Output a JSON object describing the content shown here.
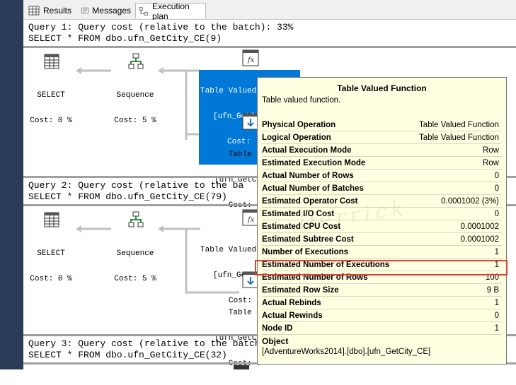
{
  "tabs": [
    {
      "label": "Results",
      "active": false,
      "icon": "grid-icon"
    },
    {
      "label": "Messages",
      "active": false,
      "icon": "messages-icon"
    },
    {
      "label": "Execution plan",
      "active": true,
      "icon": "execution-plan-icon"
    }
  ],
  "queries": [
    {
      "header": "Query 1: Query cost (relative to the batch): 33%",
      "sql": "SELECT * FROM dbo.ufn_GetCity_CE(9)"
    },
    {
      "header": "Query 2: Query cost (relative to the ba",
      "sql": "SELECT * FROM dbo.ufn_GetCity_CE(79)"
    },
    {
      "header": "Query 3: Query cost (relative to the batch): 33%",
      "sql": "SELECT * FROM dbo.ufn_GetCity_CE(32)"
    }
  ],
  "plan1": {
    "select": {
      "name": "SELECT",
      "cost": "Cost: 0 %"
    },
    "sequence": {
      "name": "Sequence",
      "cost": "Cost: 5 %"
    },
    "tvf": {
      "name": "Table Valued Function",
      "detail": "[ufn_GetCi",
      "cost": "Cost:"
    },
    "scan": {
      "name": "Table S",
      "detail": "[ufn_GetCi",
      "cost": "Cost: !"
    }
  },
  "plan2": {
    "select": {
      "name": "SELECT",
      "cost": "Cost: 0 %"
    },
    "sequence": {
      "name": "Sequence",
      "cost": "Cost: 5 %"
    },
    "tvf": {
      "name": "Table Valued",
      "detail": "[ufn_GetCi",
      "cost": "Cost:"
    },
    "scan": {
      "name": "Table S",
      "detail": "[ufn_GetCi",
      "cost": "Cost: !"
    }
  },
  "tooltip": {
    "title": "Table Valued Function",
    "subtitle": "Table valued function.",
    "rows": [
      {
        "key": "Physical Operation",
        "value": "Table Valued Function"
      },
      {
        "key": "Logical Operation",
        "value": "Table Valued Function"
      },
      {
        "key": "Actual Execution Mode",
        "value": "Row"
      },
      {
        "key": "Estimated Execution Mode",
        "value": "Row"
      },
      {
        "key": "Actual Number of Rows",
        "value": "0"
      },
      {
        "key": "Actual Number of Batches",
        "value": "0"
      },
      {
        "key": "Estimated Operator Cost",
        "value": "0.0001002 (3%)"
      },
      {
        "key": "Estimated I/O Cost",
        "value": "0"
      },
      {
        "key": "Estimated CPU Cost",
        "value": "0.0001002"
      },
      {
        "key": "Estimated Subtree Cost",
        "value": "0.0001002"
      },
      {
        "key": "Number of Executions",
        "value": "1"
      },
      {
        "key": "Estimated Number of Executions",
        "value": "1"
      },
      {
        "key": "Estimated Number of Rows",
        "value": "100"
      },
      {
        "key": "Estimated Row Size",
        "value": "9 B"
      },
      {
        "key": "Actual Rebinds",
        "value": "1"
      },
      {
        "key": "Actual Rewinds",
        "value": "0"
      },
      {
        "key": "Node ID",
        "value": "1"
      }
    ],
    "object_label": "Object",
    "object_value": "[AdventureWorks2014].[dbo].[ufn_GetCity_CE]"
  },
  "watermark": "Derrick",
  "colors": {
    "selection": "#0078d7",
    "tooltip_bg": "#ffffe1",
    "highlight": "#e0403a",
    "side_strip": "#2b3c59"
  }
}
